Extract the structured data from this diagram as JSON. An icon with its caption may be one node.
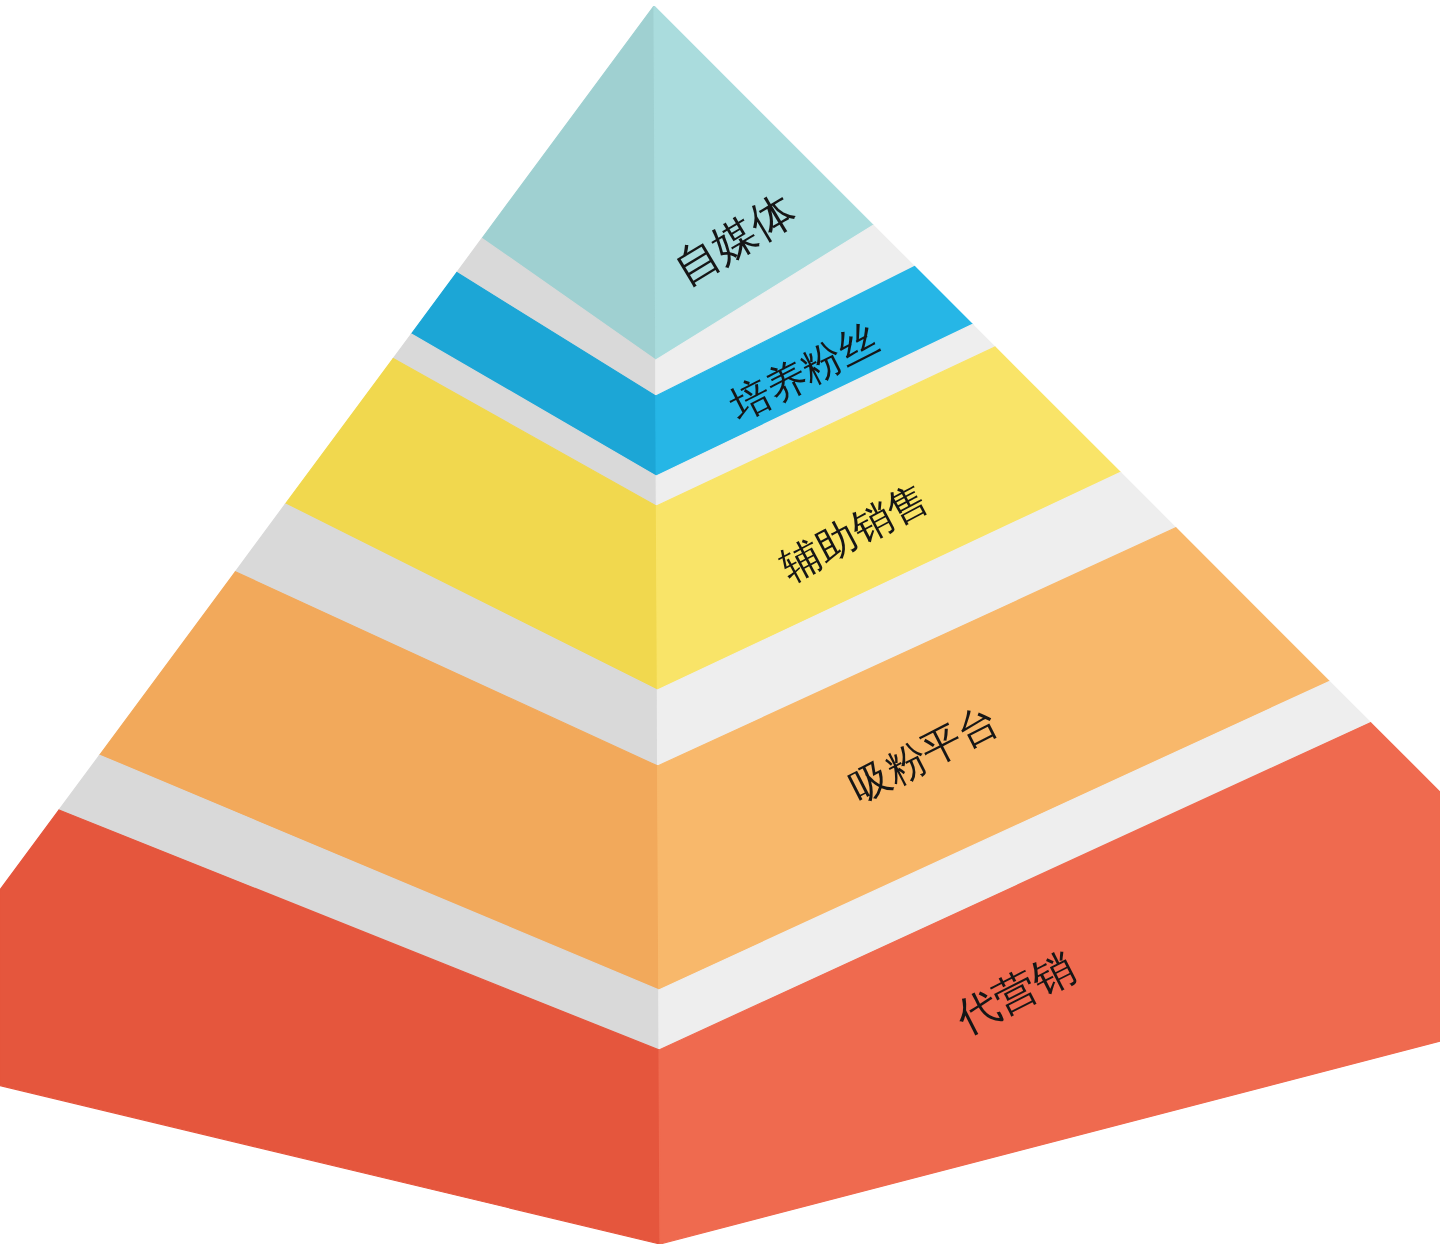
{
  "diagram": {
    "nodes": [
      {
        "text": [
          "自媒体"
        ]
      },
      {
        "text": [
          "培养粉丝"
        ]
      },
      {
        "text": [
          "辅助销售"
        ]
      },
      {
        "text": [
          "吸粉平台"
        ]
      },
      {
        "text": [
          "代营销"
        ]
      }
    ]
  }
}
